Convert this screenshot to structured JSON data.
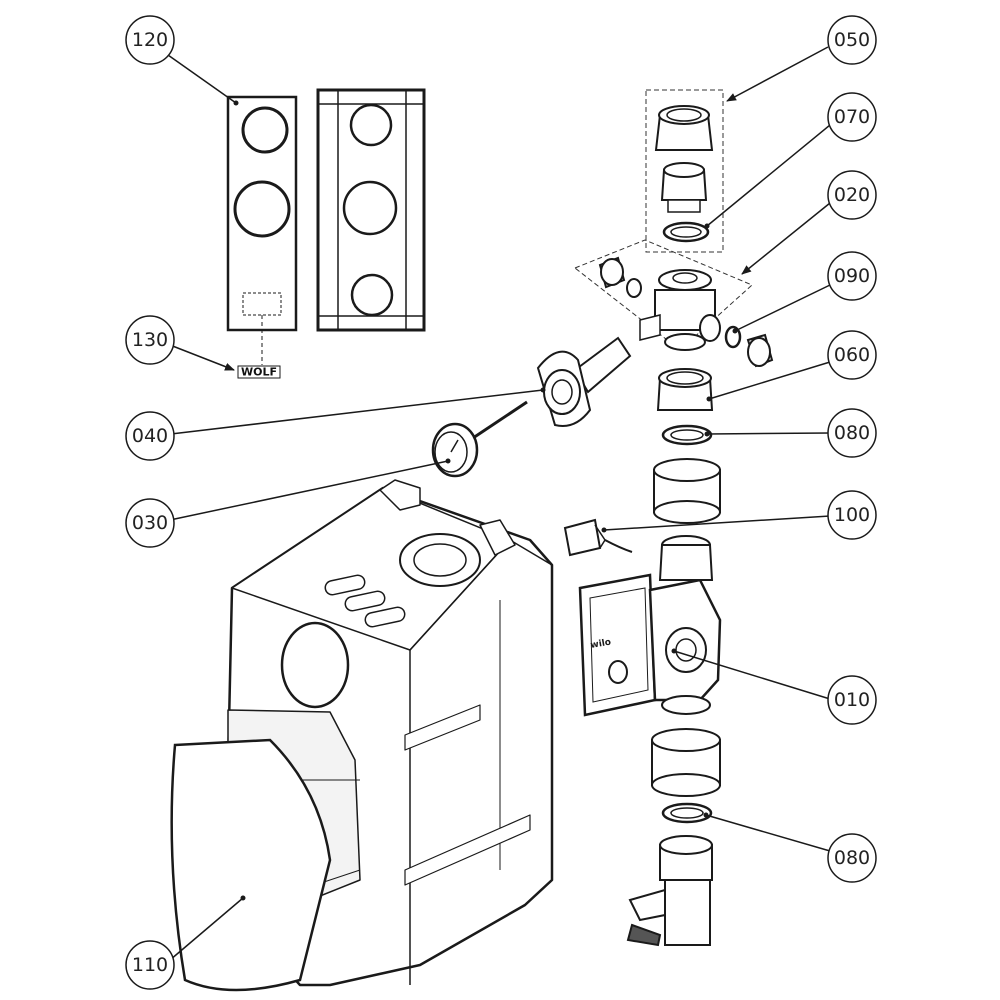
{
  "callouts": [
    {
      "id": "c120",
      "label": "120"
    },
    {
      "id": "c130",
      "label": "130"
    },
    {
      "id": "c040",
      "label": "040"
    },
    {
      "id": "c030",
      "label": "030"
    },
    {
      "id": "c110",
      "label": "110"
    },
    {
      "id": "c050",
      "label": "050"
    },
    {
      "id": "c070",
      "label": "070"
    },
    {
      "id": "c020",
      "label": "020"
    },
    {
      "id": "c090",
      "label": "090"
    },
    {
      "id": "c060",
      "label": "060"
    },
    {
      "id": "c080a",
      "label": "080"
    },
    {
      "id": "c100",
      "label": "100"
    },
    {
      "id": "c010",
      "label": "010"
    },
    {
      "id": "c080b",
      "label": "080"
    }
  ],
  "logo": {
    "text": "WOLF",
    "pump_mark": "wilo"
  },
  "colors": {
    "line": "#1a1a1a",
    "fill": "#ffffff",
    "shade": "#e6e6e6",
    "dark": "#555555"
  }
}
